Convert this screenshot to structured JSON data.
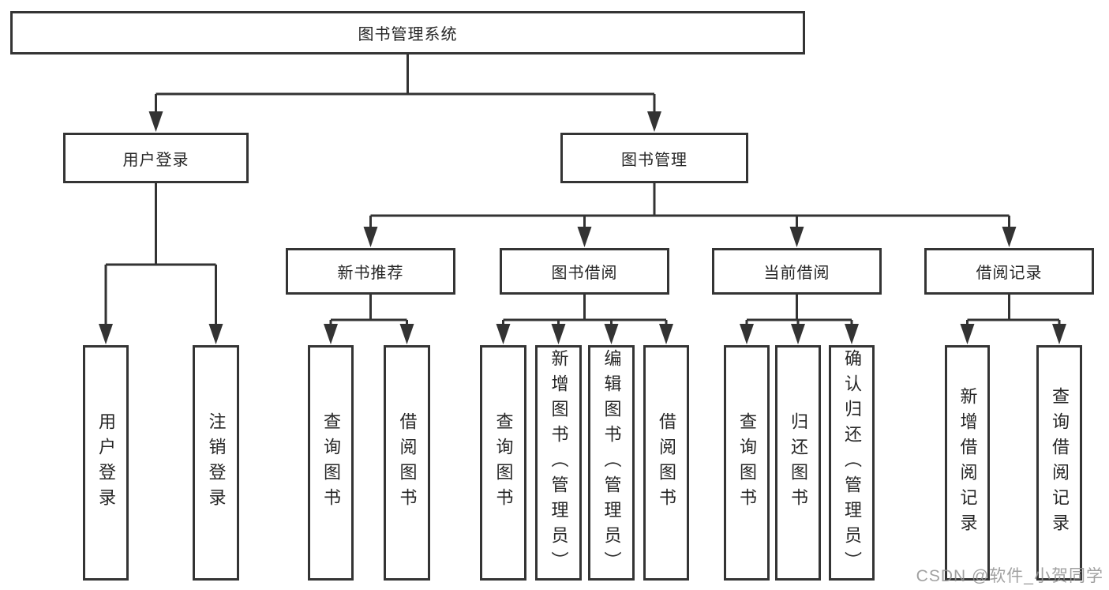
{
  "diagram_type": "hierarchy-tree",
  "nodes": [
    {
      "id": "n-root",
      "label": "图书管理系统",
      "level": 1
    },
    {
      "id": "n-user-login",
      "label": "用户登录",
      "level": 2
    },
    {
      "id": "n-book-mgmt",
      "label": "图书管理",
      "level": 2
    },
    {
      "id": "n-new-book",
      "label": "新书推荐",
      "level": 3
    },
    {
      "id": "n-book-borrow",
      "label": "图书借阅",
      "level": 3
    },
    {
      "id": "n-current-borrow",
      "label": "当前借阅",
      "level": 3
    },
    {
      "id": "n-borrow-record",
      "label": "借阅记录",
      "level": 3
    },
    {
      "id": "n-leaf-user-login",
      "label": "用户登录",
      "level": 4
    },
    {
      "id": "n-leaf-logout",
      "label": "注销登录",
      "level": 4
    },
    {
      "id": "n-leaf-query-1",
      "label": "查询图书",
      "level": 4
    },
    {
      "id": "n-leaf-borrow-1",
      "label": "借阅图书",
      "level": 4
    },
    {
      "id": "n-leaf-query-2",
      "label": "查询图书",
      "level": 4
    },
    {
      "id": "n-leaf-add-book",
      "label": "新增图书（管理员）",
      "level": 4
    },
    {
      "id": "n-leaf-edit-book",
      "label": "编辑图书（管理员）",
      "level": 4
    },
    {
      "id": "n-leaf-borrow-2",
      "label": "借阅图书",
      "level": 4
    },
    {
      "id": "n-leaf-query-3",
      "label": "查询图书",
      "level": 4
    },
    {
      "id": "n-leaf-return",
      "label": "归还图书",
      "level": 4
    },
    {
      "id": "n-leaf-confirm-return",
      "label": "确认归还（管理员）",
      "level": 4
    },
    {
      "id": "n-leaf-add-record",
      "label": "新增借阅记录",
      "level": 4
    },
    {
      "id": "n-leaf-query-record",
      "label": "查询借阅记录",
      "level": 4
    }
  ],
  "edges": [
    {
      "parent": "n-root",
      "children": [
        "n-user-login",
        "n-book-mgmt"
      ]
    },
    {
      "parent": "n-user-login",
      "children": [
        "n-leaf-user-login",
        "n-leaf-logout"
      ]
    },
    {
      "parent": "n-book-mgmt",
      "children": [
        "n-new-book",
        "n-book-borrow",
        "n-current-borrow",
        "n-borrow-record"
      ]
    },
    {
      "parent": "n-new-book",
      "children": [
        "n-leaf-query-1",
        "n-leaf-borrow-1"
      ]
    },
    {
      "parent": "n-book-borrow",
      "children": [
        "n-leaf-query-2",
        "n-leaf-add-book",
        "n-leaf-edit-book",
        "n-leaf-borrow-2"
      ]
    },
    {
      "parent": "n-current-borrow",
      "children": [
        "n-leaf-query-3",
        "n-leaf-return",
        "n-leaf-confirm-return"
      ]
    },
    {
      "parent": "n-borrow-record",
      "children": [
        "n-leaf-add-record",
        "n-leaf-query-record"
      ]
    }
  ],
  "watermark": {
    "text": "CSDN @软件_小贺同学"
  },
  "colors": {
    "background": "#ffffff",
    "box_border": "#343434",
    "line": "#333333",
    "text": "#262626",
    "watermark": "#919191"
  }
}
